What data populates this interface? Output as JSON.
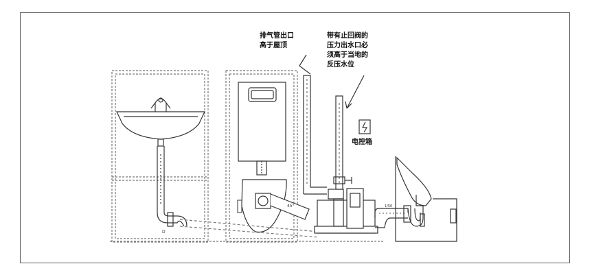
{
  "labels": {
    "vent_outlet": "排气管出口\n高于屋顶",
    "check_valve": "带有止回阀的\n压力出水口必\n须高于当地的\n反压水位",
    "control_box": "电控箱"
  },
  "colors": {
    "line": "#333333",
    "dash": "#777777",
    "fill": "#ffffff"
  }
}
